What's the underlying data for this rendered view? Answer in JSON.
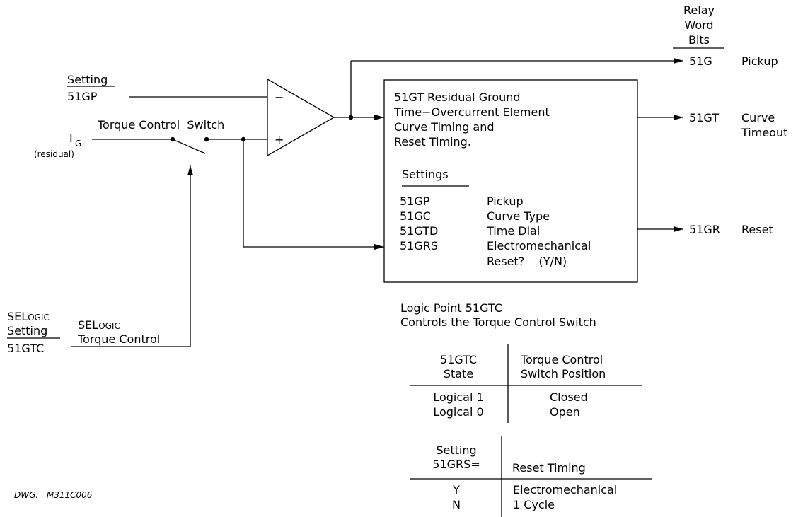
{
  "relay_word_bits": {
    "header": [
      "Relay",
      "Word",
      "Bits"
    ],
    "outputs": [
      {
        "bit": "51G",
        "desc": [
          "Pickup"
        ]
      },
      {
        "bit": "51GT",
        "desc": [
          "Curve",
          "Timeout"
        ]
      },
      {
        "bit": "51GR",
        "desc": [
          "Reset"
        ]
      }
    ]
  },
  "setting_input": {
    "heading": "Setting",
    "name": "51GP"
  },
  "current_input": {
    "symbol": "I",
    "subscript": "G",
    "note": "(residual)"
  },
  "switch_label": "Torque Control  Switch",
  "comparator": {
    "minus": "−",
    "plus": "+"
  },
  "element_block": {
    "lines": [
      "51GT Residual Ground",
      "Time−Overcurrent Element",
      "Curve Timing and",
      "Reset Timing."
    ],
    "settings_heading": "Settings",
    "settings": [
      {
        "name": "51GP",
        "desc": "Pickup"
      },
      {
        "name": "51GC",
        "desc": "Curve Type"
      },
      {
        "name": "51GTD",
        "desc": "Time Dial"
      },
      {
        "name": "51GRS",
        "desc": "Electromechanical"
      },
      {
        "name": "",
        "desc": "Reset?    (Y/N)"
      }
    ]
  },
  "selogic_setting": {
    "sel": "SEL",
    "ogic": "OGIC",
    "heading": "Setting",
    "name": "51GTC"
  },
  "selogic_torque": {
    "sel": "SEL",
    "ogic": "OGIC",
    "label": "Torque Control"
  },
  "logic_point": [
    "Logic Point 51GTC",
    "Controls the Torque Control Switch"
  ],
  "table_torque": {
    "headers": [
      [
        "51GTC",
        "State"
      ],
      [
        "Torque Control",
        "Switch Position"
      ]
    ],
    "rows": [
      [
        "Logical 1",
        "Closed"
      ],
      [
        "Logical 0",
        "Open"
      ]
    ]
  },
  "table_reset": {
    "headers": [
      [
        "Setting",
        "51GRS="
      ],
      [
        "Reset Timing"
      ]
    ],
    "rows": [
      [
        "Y",
        "Electromechanical"
      ],
      [
        "N",
        "1 Cycle"
      ]
    ]
  },
  "drawing_id": "DWG:   M311C006"
}
